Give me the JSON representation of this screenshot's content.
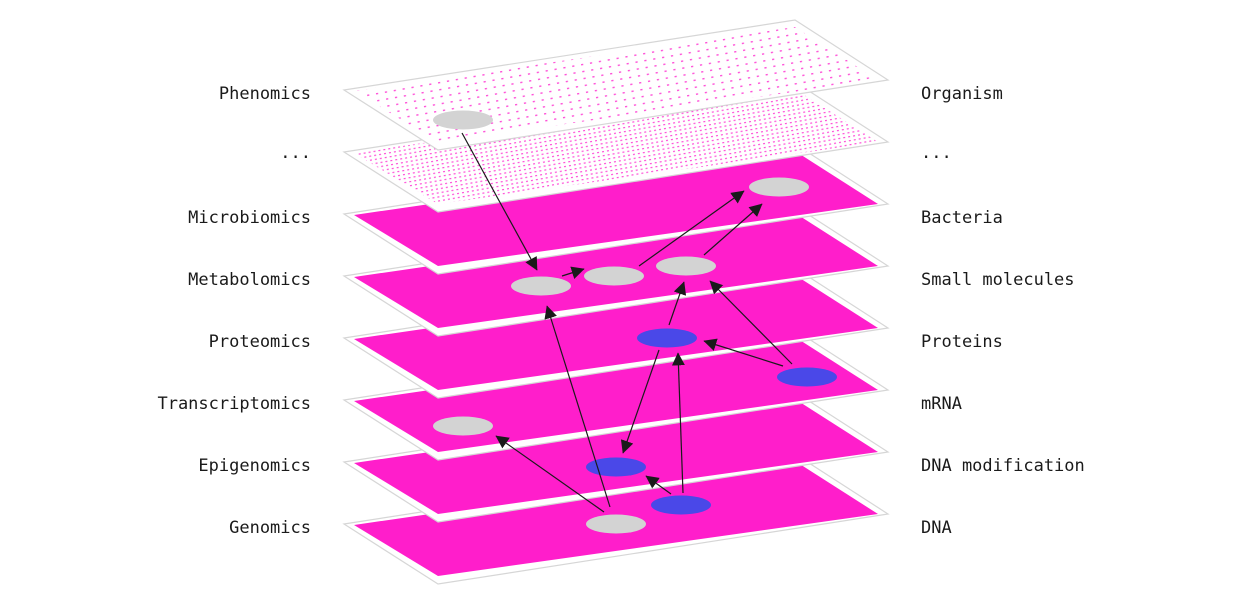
{
  "colors": {
    "layer_fill": "#ff1ecb",
    "layer_dot": "#ff4fd8",
    "layer_border": "#d6d6d6",
    "node_gray": "#d3d3d3",
    "node_blue": "#4a48e8",
    "arrow": "#1a1a1a",
    "text": "#1a1a1a"
  },
  "layers": [
    {
      "id": "phenomics",
      "left_label": "Phenomics",
      "right_label": "Organism",
      "style": "sparse-dots"
    },
    {
      "id": "ellipsis",
      "left_label": "...",
      "right_label": "...",
      "style": "dense-dots"
    },
    {
      "id": "microbiomics",
      "left_label": "Microbiomics",
      "right_label": "Bacteria",
      "style": "solid"
    },
    {
      "id": "metabolomics",
      "left_label": "Metabolomics",
      "right_label": "Small molecules",
      "style": "solid"
    },
    {
      "id": "proteomics",
      "left_label": "Proteomics",
      "right_label": "Proteins",
      "style": "solid"
    },
    {
      "id": "transcriptomics",
      "left_label": "Transcriptomics",
      "right_label": "mRNA",
      "style": "solid"
    },
    {
      "id": "epigenomics",
      "left_label": "Epigenomics",
      "right_label": "DNA modification",
      "style": "solid"
    },
    {
      "id": "genomics",
      "left_label": "Genomics",
      "right_label": "DNA",
      "style": "solid"
    }
  ],
  "nodes": [
    {
      "id": "phen1",
      "layer": "phenomics",
      "color": "gray"
    },
    {
      "id": "micro1",
      "layer": "microbiomics",
      "color": "gray"
    },
    {
      "id": "meta1",
      "layer": "metabolomics",
      "color": "gray"
    },
    {
      "id": "meta2",
      "layer": "metabolomics",
      "color": "gray"
    },
    {
      "id": "meta3",
      "layer": "metabolomics",
      "color": "gray"
    },
    {
      "id": "prot1",
      "layer": "proteomics",
      "color": "blue"
    },
    {
      "id": "mrna1",
      "layer": "transcriptomics",
      "color": "blue"
    },
    {
      "id": "trans1",
      "layer": "transcriptomics",
      "color": "gray"
    },
    {
      "id": "epi1",
      "layer": "epigenomics",
      "color": "blue"
    },
    {
      "id": "gen1",
      "layer": "genomics",
      "color": "gray"
    },
    {
      "id": "gen2",
      "layer": "genomics",
      "color": "blue"
    }
  ],
  "edges": [
    {
      "from": "phen1",
      "to": "meta1"
    },
    {
      "from": "meta1",
      "to": "meta2"
    },
    {
      "from": "meta2",
      "to": "micro1"
    },
    {
      "from": "meta3",
      "to": "micro1"
    },
    {
      "from": "prot1",
      "to": "meta3"
    },
    {
      "from": "mrna1",
      "to": "meta3"
    },
    {
      "from": "mrna1",
      "to": "prot1"
    },
    {
      "from": "prot1",
      "to": "epi1"
    },
    {
      "from": "gen1",
      "to": "meta1"
    },
    {
      "from": "gen1",
      "to": "trans1"
    },
    {
      "from": "gen2",
      "to": "epi1"
    },
    {
      "from": "gen2",
      "to": "prot1"
    }
  ]
}
